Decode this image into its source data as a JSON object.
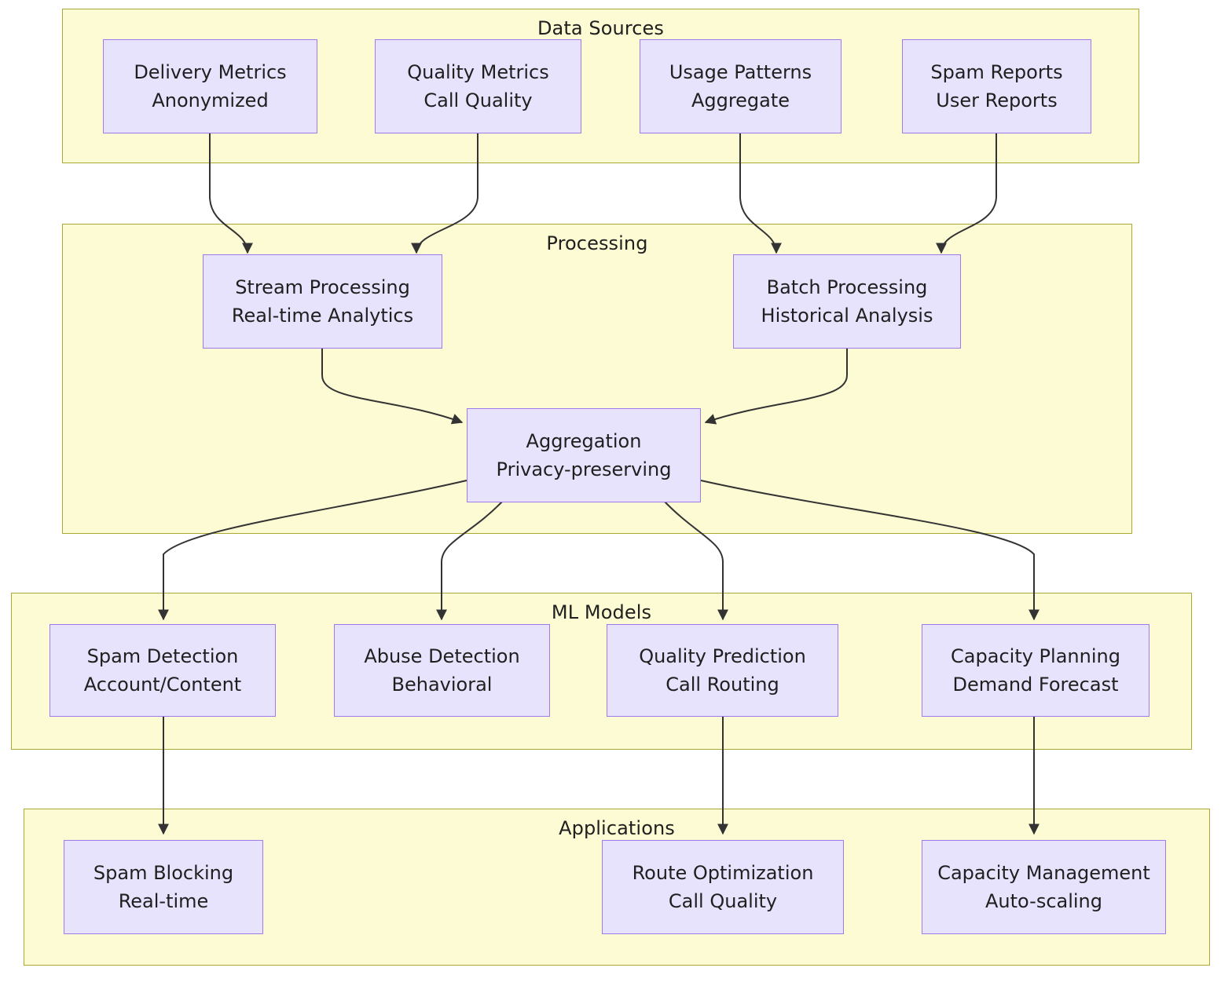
{
  "diagram": {
    "type": "flowchart",
    "direction": "top-down",
    "colors": {
      "cluster_fill": "#fdfbd4",
      "cluster_stroke": "#aaa833",
      "node_fill": "#e7e3fd",
      "node_stroke": "#9f7aea",
      "edge_stroke": "#333333",
      "text": "#1f1f1f",
      "background": "#ffffff"
    },
    "clusters": [
      {
        "id": "data_sources",
        "label": "Data Sources"
      },
      {
        "id": "processing",
        "label": "Processing"
      },
      {
        "id": "ml_models",
        "label": "ML Models"
      },
      {
        "id": "applications",
        "label": "Applications"
      }
    ],
    "nodes": [
      {
        "id": "delivery_metrics",
        "cluster": "data_sources",
        "line1": "Delivery Metrics",
        "line2": "Anonymized"
      },
      {
        "id": "quality_metrics",
        "cluster": "data_sources",
        "line1": "Quality Metrics",
        "line2": "Call Quality"
      },
      {
        "id": "usage_patterns",
        "cluster": "data_sources",
        "line1": "Usage Patterns",
        "line2": "Aggregate"
      },
      {
        "id": "spam_reports",
        "cluster": "data_sources",
        "line1": "Spam Reports",
        "line2": "User Reports"
      },
      {
        "id": "stream_processing",
        "cluster": "processing",
        "line1": "Stream Processing",
        "line2": "Real-time Analytics"
      },
      {
        "id": "batch_processing",
        "cluster": "processing",
        "line1": "Batch Processing",
        "line2": "Historical Analysis"
      },
      {
        "id": "aggregation",
        "cluster": "processing",
        "line1": "Aggregation",
        "line2": "Privacy-preserving"
      },
      {
        "id": "spam_detection",
        "cluster": "ml_models",
        "line1": "Spam Detection",
        "line2": "Account/Content"
      },
      {
        "id": "abuse_detection",
        "cluster": "ml_models",
        "line1": "Abuse Detection",
        "line2": "Behavioral"
      },
      {
        "id": "quality_prediction",
        "cluster": "ml_models",
        "line1": "Quality Prediction",
        "line2": "Call Routing"
      },
      {
        "id": "capacity_planning",
        "cluster": "ml_models",
        "line1": "Capacity Planning",
        "line2": "Demand Forecast"
      },
      {
        "id": "spam_blocking",
        "cluster": "applications",
        "line1": "Spam Blocking",
        "line2": "Real-time"
      },
      {
        "id": "route_optimization",
        "cluster": "applications",
        "line1": "Route Optimization",
        "line2": "Call Quality"
      },
      {
        "id": "capacity_management",
        "cluster": "applications",
        "line1": "Capacity Management",
        "line2": "Auto-scaling"
      }
    ],
    "edges": [
      {
        "from": "delivery_metrics",
        "to": "stream_processing"
      },
      {
        "from": "quality_metrics",
        "to": "stream_processing"
      },
      {
        "from": "usage_patterns",
        "to": "batch_processing"
      },
      {
        "from": "spam_reports",
        "to": "batch_processing"
      },
      {
        "from": "stream_processing",
        "to": "aggregation"
      },
      {
        "from": "batch_processing",
        "to": "aggregation"
      },
      {
        "from": "aggregation",
        "to": "spam_detection"
      },
      {
        "from": "aggregation",
        "to": "abuse_detection"
      },
      {
        "from": "aggregation",
        "to": "quality_prediction"
      },
      {
        "from": "aggregation",
        "to": "capacity_planning"
      },
      {
        "from": "spam_detection",
        "to": "spam_blocking"
      },
      {
        "from": "quality_prediction",
        "to": "route_optimization"
      },
      {
        "from": "capacity_planning",
        "to": "capacity_management"
      }
    ]
  }
}
